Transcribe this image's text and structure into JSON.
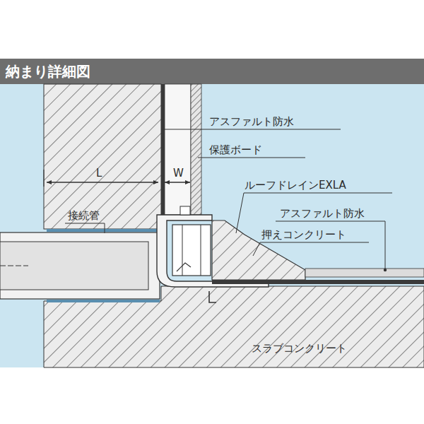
{
  "diagram": {
    "title": "納まり詳細図",
    "labels": [
      "アスファルト防水",
      "保護ボード",
      "ルーフドレインEXLA",
      "アスファルト防水",
      "押えコンクリート",
      "接続管",
      "スラブコンクリート",
      "L",
      "W"
    ]
  }
}
